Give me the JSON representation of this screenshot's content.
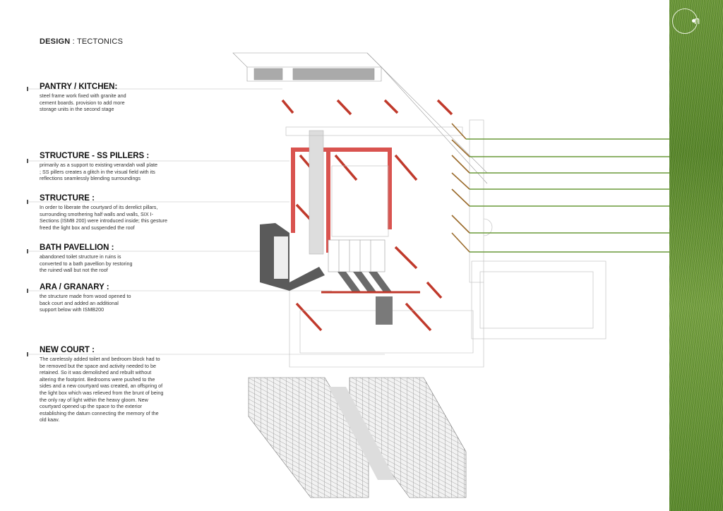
{
  "header": {
    "design_label": "DESIGN",
    "section_label": ": TECTONICS"
  },
  "logo": {
    "letter": "n"
  },
  "notes": [
    {
      "title": "PANTRY / KITCHEN:",
      "body": "steel frame work fixed with granite and cement boards. provision to add more storage units in the second stage"
    },
    {
      "title": "STRUCTURE - SS PILLERS :",
      "body": "primarily as a support to existing verandah wall plate ; SS pillers creates a glitch in the visual field with its reflections seamlessly blending surroundings"
    },
    {
      "title": "STRUCTURE :",
      "body": "In order to liberate the courtyard of its derelict pillars, surrounding smothering half walls and walls, SIX I-Sections (ISMB 200) were introduced inside; this gesture freed the light box and suspended the roof"
    },
    {
      "title": "BATH PAVELLION :",
      "body": "abandoned toilet structure in ruins is converted to a bath pavellion by restoring the ruined wall but not the roof"
    },
    {
      "title": "ARA / GRANARY :",
      "body": "the structure made from wood opened to back court and  added an additional support below with ISMB200"
    },
    {
      "title": "NEW COURT :",
      "body": "The carelessly added toilet and bedroom block had to be removed but the space and activity needed to be retained. So it was demolished and rebuilt without altering the footprint. Bedrooms were pushed to the sides and a new courtyard was created, an offspring of the light box which was relieved from the brunt of being the only ray of light within the heavy gloom. New courtyard opened up the space to the exterior establishing the datum connecting the memory of the old kaav."
    }
  ],
  "colors": {
    "steel_red": "#c0392b",
    "wood_brown": "#9a6a2a",
    "grass_green": "#6a9a38",
    "concrete_gray": "#6a6a6a"
  }
}
